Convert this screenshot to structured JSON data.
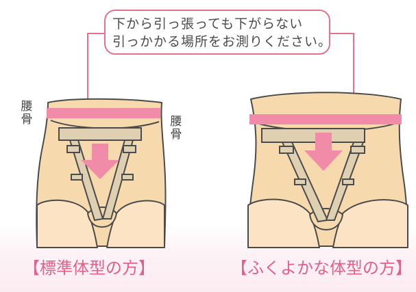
{
  "callout": {
    "line1": "下から引っ張っても下がらない",
    "line2": "引っかかる場所をお測りください。"
  },
  "left_figure": {
    "label_left": "腰骨",
    "label_right": "腰骨",
    "caption": "【標準体型の方】"
  },
  "right_figure": {
    "caption": "【ふくよかな体型の方】"
  },
  "colors": {
    "accent": "#e5718f",
    "band": "#f08ba8",
    "skin": "#f6d9ad",
    "strap": "#e0d0b2",
    "outline": "#4a4a4a"
  }
}
